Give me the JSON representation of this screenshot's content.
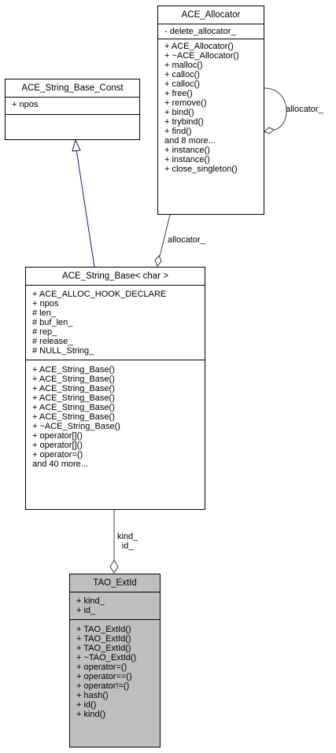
{
  "nodes": {
    "ace_allocator": {
      "title": "ACE_Allocator",
      "attributes": [
        "- delete_allocator_"
      ],
      "operations": [
        "+ ACE_Allocator()",
        "+ ~ACE_Allocator()",
        "+ malloc()",
        "+ calloc()",
        "+ calloc()",
        "+ free()",
        "+ remove()",
        "+ bind()",
        "+ trybind()",
        "+ find()",
        "and 8 more...",
        "+ instance()",
        "+ instance()",
        "+ close_singleton()"
      ]
    },
    "ace_string_base_const": {
      "title": "ACE_String_Base_Const",
      "attributes": [
        "+ npos"
      ],
      "operations": []
    },
    "ace_string_base": {
      "title": "ACE_String_Base< char >",
      "attributes": [
        "+ ACE_ALLOC_HOOK_DECLARE",
        "+ npos",
        "# len_",
        "# buf_len_",
        "# rep_",
        "# release_",
        "# NULL_String_"
      ],
      "operations": [
        "+ ACE_String_Base()",
        "+ ACE_String_Base()",
        "+ ACE_String_Base()",
        "+ ACE_String_Base()",
        "+ ACE_String_Base()",
        "+ ACE_String_Base()",
        "+ ~ACE_String_Base()",
        "+ operator[]()",
        "+ operator[]()",
        "+ operator=()",
        "and 40 more..."
      ]
    },
    "tao_extid": {
      "title": "TAO_ExtId",
      "attributes": [
        "+ kind_",
        "+ id_"
      ],
      "operations": [
        "+ TAO_ExtId()",
        "+ TAO_ExtId()",
        "+ TAO_ExtId()",
        "+ ~TAO_ExtId()",
        "+ operator=()",
        "+ operator==()",
        "+ operator!=()",
        "+ hash()",
        "+ id()",
        "+ kind()"
      ]
    }
  },
  "edges": {
    "allocator_self_label": "allocator_",
    "allocator_label": "allocator_",
    "kind_id_label": [
      "kind_",
      "id_"
    ]
  },
  "colors": {
    "inheritance_line": "#191970",
    "association_line": "#404040",
    "highlight_fill": "#bfbfbf"
  }
}
